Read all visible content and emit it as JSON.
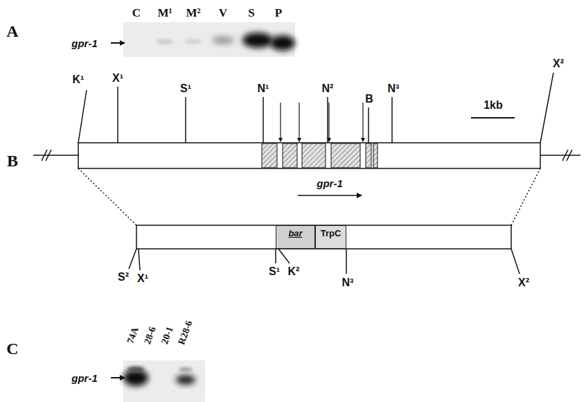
{
  "diagram": {
    "nodes": [
      {
        "text": [
          "bar"
        ]
      },
      {
        "text": [
          "TrpC"
        ]
      }
    ],
    "edges": [],
    "labels": [
      "A",
      "C",
      "M¹",
      "M²",
      "V",
      "S",
      "P",
      "gpr-1",
      "B",
      "K¹",
      "X¹",
      "S¹",
      "N¹",
      "N²",
      "B",
      "N³",
      "1kb",
      "X²",
      "gpr-1",
      "S²",
      "X¹",
      "S¹",
      "K²",
      "N³",
      "X²",
      "C",
      "74A",
      "28-6",
      "20-1",
      "R28-6",
      "gpr-1"
    ]
  }
}
